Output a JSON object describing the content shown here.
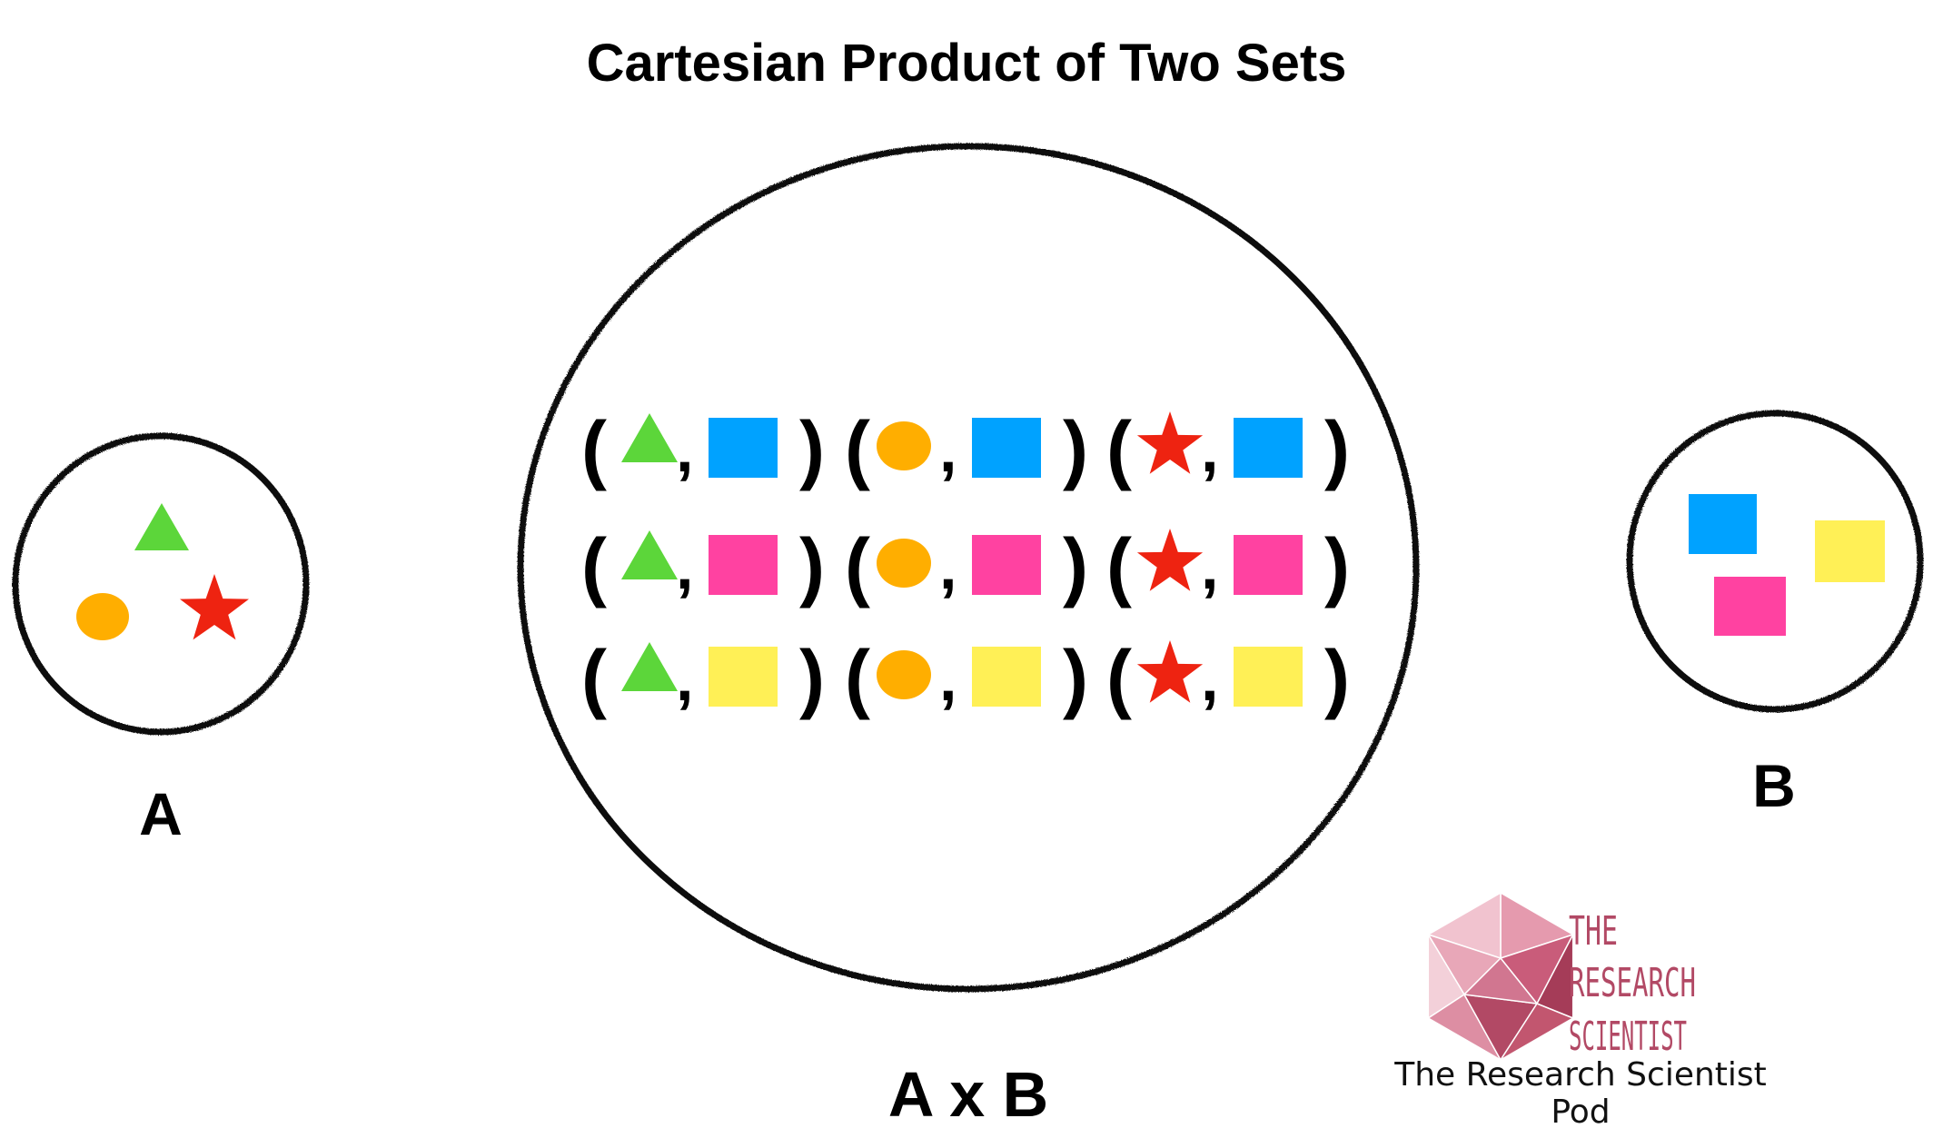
{
  "title": "Cartesian Product of Two Sets",
  "labels": {
    "set_a": "A",
    "set_b": "B",
    "product": "A x B"
  },
  "punctuation": {
    "open": "(",
    "close": ")",
    "comma": ","
  },
  "set_a_elements": [
    "triangle",
    "circle",
    "star"
  ],
  "set_b_elements": [
    "blue-square",
    "pink-square",
    "yellow-square"
  ],
  "colors": {
    "triangle": "#5cd63a",
    "circle": "#ffae00",
    "star": "#ee2311",
    "blue": "#00a2ff",
    "pink": "#ff42a1",
    "yellow": "#fff056",
    "outline": "#111111",
    "brand": "#b24965"
  },
  "brand": {
    "logo_line1": "THE",
    "logo_line2": "RESEARCH",
    "logo_line3": "SCIENTIST",
    "caption": "The Research Scientist Pod"
  }
}
